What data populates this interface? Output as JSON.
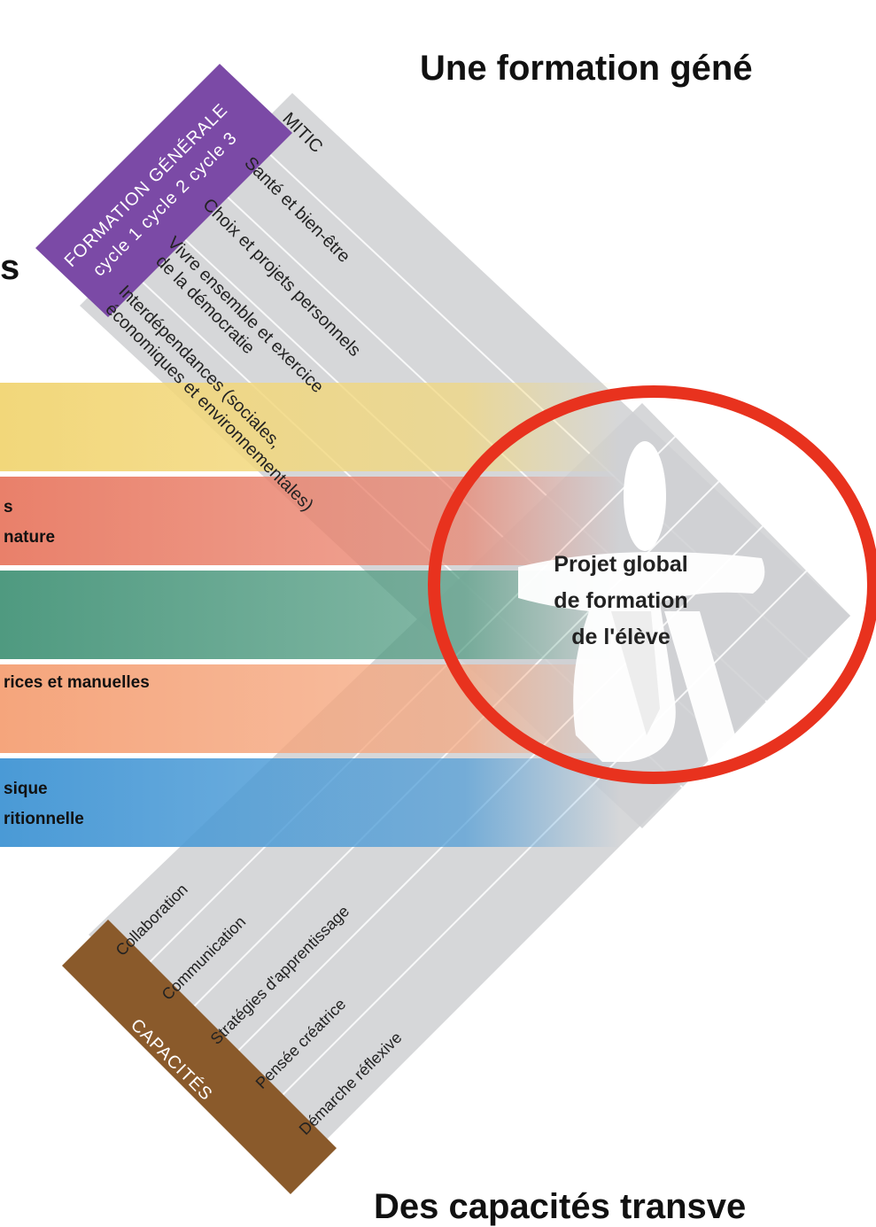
{
  "headings": {
    "top_right": "Une formation géné",
    "left_fragment": "s",
    "bottom": "Des capacités transve"
  },
  "formation_generale": {
    "title": "FORMATION GÉNÉRALE",
    "cycles": "cycle 1   cycle 2   cycle 3",
    "color": "#7b4aa6",
    "items": [
      "MITIC",
      "Santé et bien-être",
      "Choix et projets personnels",
      "Vivre ensemble et exercice",
      "de la démocratie",
      "Interdépendances (sociales,",
      "économiques et environnementales)"
    ]
  },
  "capacites": {
    "title_line1": "CAPACITÉS",
    "title_line2": "TRANSVERSALES",
    "color": "#8a5a2b",
    "items": [
      "Collaboration",
      "Communication",
      "Stratégies d'apprentissage",
      "Pensée créatrice",
      "Démarche réflexive"
    ]
  },
  "bands": [
    {
      "color": "#f2d77a",
      "line1": "",
      "line2": ""
    },
    {
      "color": "#e9806a",
      "line1": "s",
      "line2": "nature"
    },
    {
      "color": "#4f9a80",
      "line1": "",
      "line2": ""
    },
    {
      "color": "#f5a57c",
      "line1": "rices et manuelles",
      "line2": ""
    },
    {
      "color": "#4a9ad6",
      "line1": "sique",
      "line2": "ritionnelle"
    }
  ],
  "center": {
    "line1": "Projet global",
    "line2": "de formation",
    "line3": "de l'élève",
    "circle_color": "#e8321e"
  }
}
